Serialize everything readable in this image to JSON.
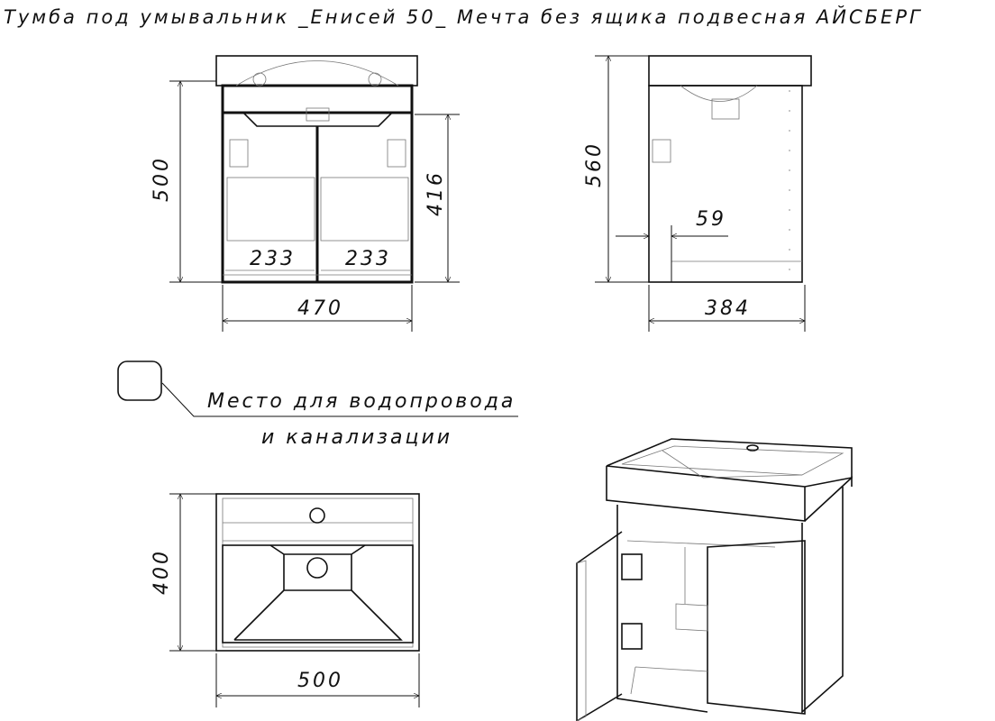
{
  "title": "Тумба под умывальник _Енисей 50_ Мечта без ящика подвесная АЙСБЕРГ",
  "front_view": {
    "height": "500",
    "door_height": "416",
    "door_width_left": "233",
    "door_width_right": "233",
    "width": "470"
  },
  "side_view": {
    "height": "560",
    "offset": "59",
    "depth": "384"
  },
  "legend": {
    "line1": "Место для водопровода",
    "line2": "и канализации"
  },
  "top_view": {
    "depth": "400",
    "width": "500"
  }
}
